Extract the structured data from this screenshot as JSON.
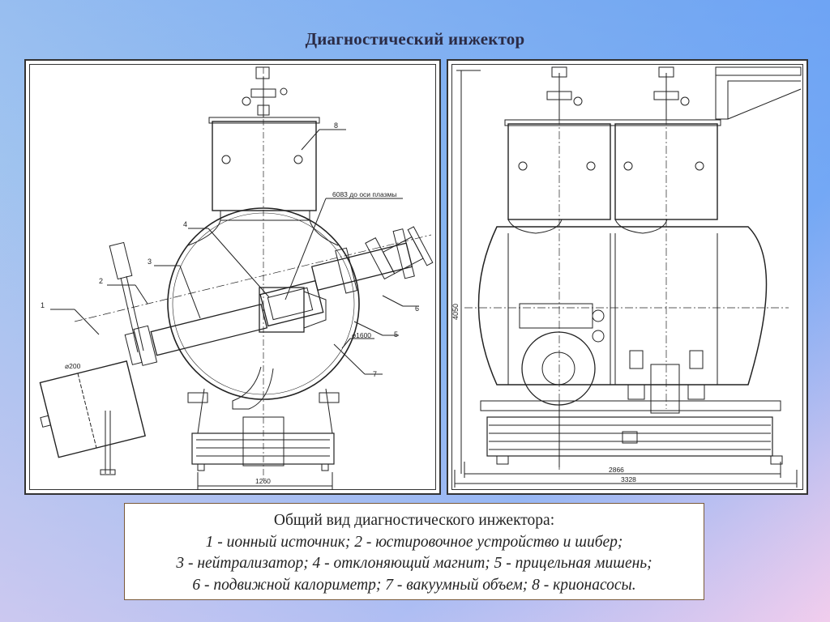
{
  "slide": {
    "title": "Диагностический инжектор"
  },
  "left_drawing": {
    "labels": {
      "n1": "1",
      "n2": "2",
      "n3": "3",
      "n4": "4",
      "n5": "5",
      "n6": "6",
      "n7": "7",
      "n8": "8",
      "plasma_axis": "6083 до оси плазмы",
      "vessel_diameter": "⌀1600",
      "source_diameter": "⌀200",
      "width_dim": "1260"
    }
  },
  "right_drawing": {
    "labels": {
      "height_dim": "4050",
      "inner_width_dim": "2866",
      "total_width_dim": "3328"
    }
  },
  "caption": {
    "heading": "Общий вид диагностического инжектора:",
    "line1": "1 - ионный источник; 2 - юстировочное устройство и шибер;",
    "line2": "3 - нейтрализатор; 4 - отклоняющий магнит;  5 - прицельная мишень;",
    "line3": "6 - подвижной калориметр; 7 - вакуумный объем; 8 - крионасосы."
  }
}
